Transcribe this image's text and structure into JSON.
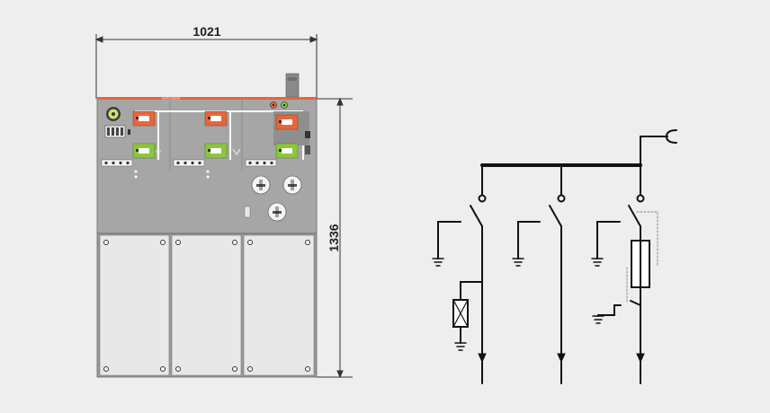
{
  "dimensions": {
    "width_label": "1021",
    "height_label": "1336"
  },
  "panel": {
    "header_text": "SWITCHGEAR",
    "cabinet_count": 3
  },
  "colors": {
    "background": "#eeeeee",
    "panel_top": "#a6a6a6",
    "panel_bottom": "#e6e6e6",
    "accent_strip": "#e8663a",
    "switch_orange": "#e8663a",
    "switch_green": "#8cc63f",
    "busbar_white": "#ffffff",
    "line": "#111111"
  },
  "schematic": {
    "feeders": [
      "load-break switch with earthing and surge arrester",
      "load-break switch with earthing",
      "fused switch with earthing"
    ]
  }
}
